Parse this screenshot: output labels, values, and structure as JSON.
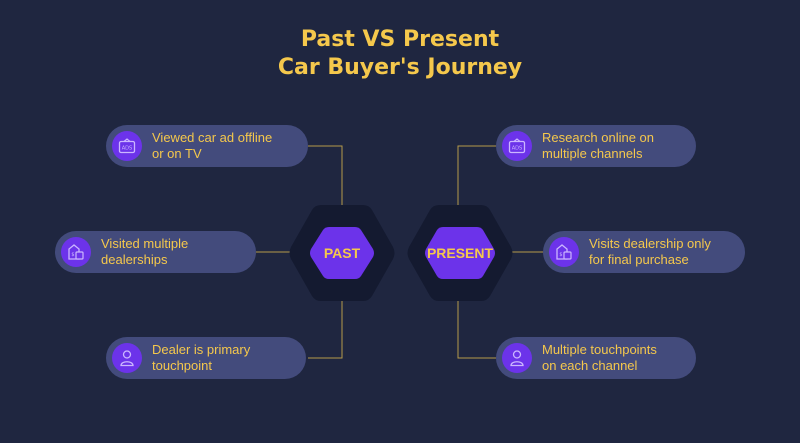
{
  "title": {
    "line1": "Past VS Present",
    "line2": "Car Buyer's Journey"
  },
  "past": {
    "label": "PAST",
    "items": [
      {
        "text": "Viewed car ad offline\nor on TV",
        "icon": "tv-ads-icon"
      },
      {
        "text": "Visited multiple\ndealerships",
        "icon": "dealership-icon"
      },
      {
        "text": "Dealer is primary\ntouchpoint",
        "icon": "person-icon"
      }
    ]
  },
  "present": {
    "label": "PRESENT",
    "items": [
      {
        "text": "Research online on\nmultiple channels",
        "icon": "tv-ads-icon"
      },
      {
        "text": "Visits dealership only\nfor final purchase",
        "icon": "dealership-icon"
      },
      {
        "text": "Multiple touchpoints\non each channel",
        "icon": "person-icon"
      }
    ]
  },
  "colors": {
    "background": "#1f2640",
    "accent_text": "#f5c84c",
    "pill": "#434b7c",
    "hex_inner": "#6c33ea",
    "hex_outer": "#141a30",
    "connector": "#b59a4a"
  }
}
